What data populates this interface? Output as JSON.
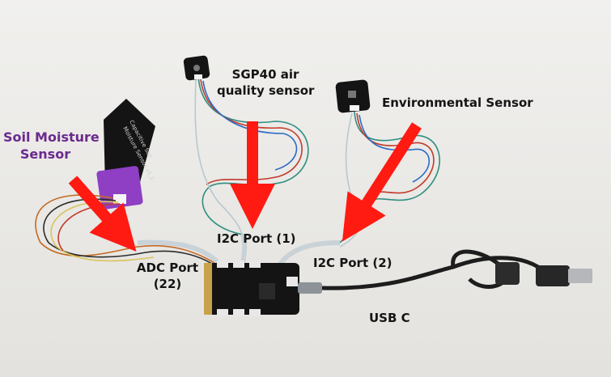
{
  "labels": {
    "soil_sensor_line1": "Soil Moisture",
    "soil_sensor_line2": "Sensor",
    "sgp40_line1": "SGP40 air",
    "sgp40_line2": "quality sensor",
    "environmental_sensor": "Environmental Sensor",
    "i2c_port_1": "I2C Port (1)",
    "i2c_port_2": "I2C Port (2)",
    "adc_port_line1": "ADC Port",
    "adc_port_line2": "(22)",
    "usb_c": "USB C"
  },
  "colors": {
    "arrow": "#ff1a12",
    "soil_label": "#6a2a8e",
    "label": "#141414",
    "background": "#ecebe8"
  }
}
